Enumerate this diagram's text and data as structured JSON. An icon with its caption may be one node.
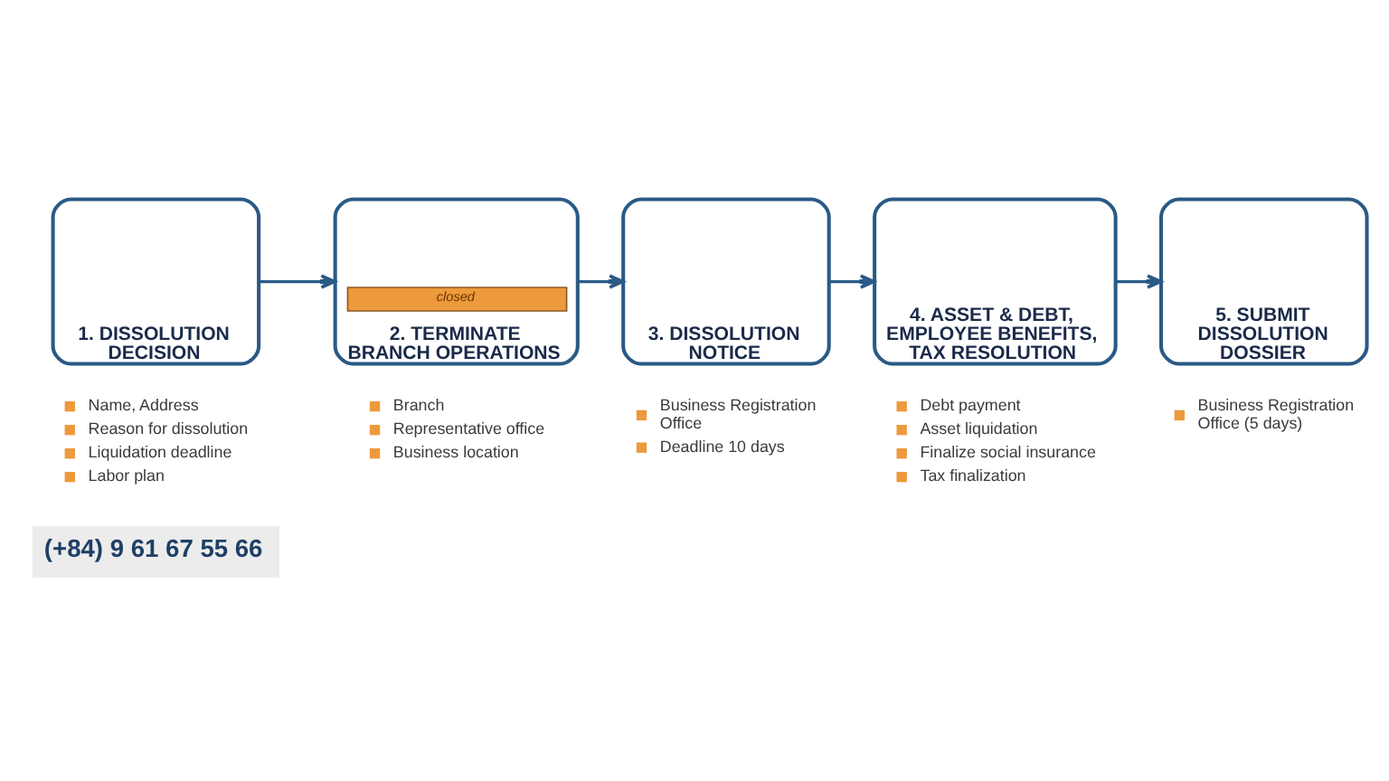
{
  "diagram": {
    "nodes": [
      {
        "text": [
          "1. DISSOLUTION DECISION"
        ],
        "beside": [
          "Name, Address",
          "Reason for dissolution",
          "Liquidation deadline",
          "Labor plan"
        ]
      },
      {
        "text": [
          "closed",
          "2. TERMINATE BRANCH OPERATIONS"
        ],
        "beside": [
          "Branch",
          "Representative office",
          "Business location"
        ]
      },
      {
        "text": [
          "3. DISSOLUTION NOTICE"
        ],
        "beside": [
          "Business Registration Office",
          "Deadline 10 days"
        ]
      },
      {
        "text": [
          "4. ASSET & DEBT, EMPLOYEE BENEFITS, TAX RESOLUTION"
        ],
        "beside": [
          "Debt payment",
          "Asset liquidation",
          "Finalize social insurance",
          "Tax finalization"
        ]
      },
      {
        "text": [
          "5. SUBMIT DISSOLUTION DOSSIER"
        ],
        "beside": [
          "Business Registration Office (5 days)"
        ]
      }
    ],
    "edges": [
      {
        "from": 0,
        "to": 1,
        "arrow": "to"
      },
      {
        "from": 1,
        "to": 2,
        "arrow": "to"
      },
      {
        "from": 2,
        "to": 3,
        "arrow": "to"
      },
      {
        "from": 3,
        "to": 4,
        "arrow": "to"
      }
    ],
    "labels": [
      "(+84) 9 61 67 55 66"
    ]
  }
}
